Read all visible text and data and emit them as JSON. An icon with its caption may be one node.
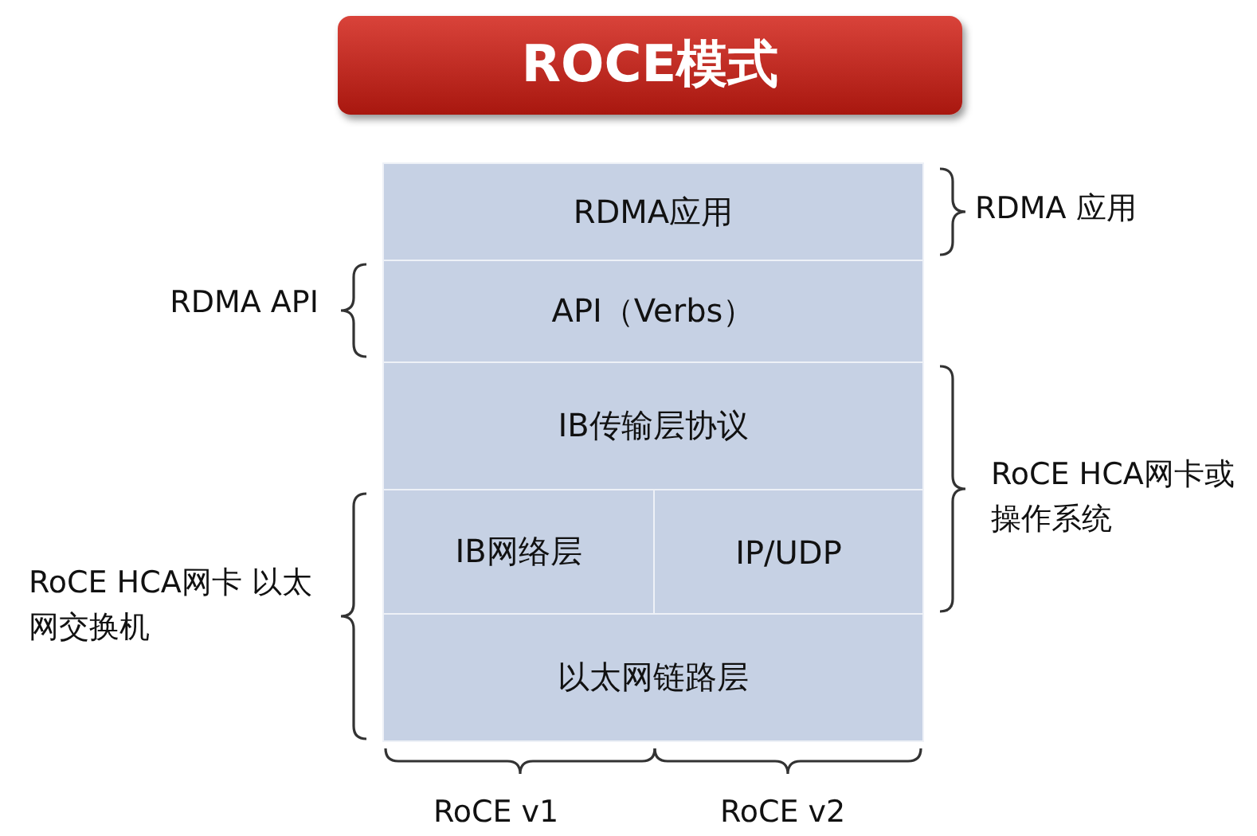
{
  "diagram": {
    "title": "ROCE模式",
    "nodes": [
      {
        "text": [
          "RDMA应用"
        ]
      },
      {
        "text": [
          "API（Verbs）"
        ]
      },
      {
        "text": [
          "IB传输层协议"
        ]
      },
      {
        "text": [
          "IB网络层"
        ]
      },
      {
        "text": [
          "IP/UDP"
        ]
      },
      {
        "text": [
          "以太网链路层"
        ]
      }
    ],
    "labels": [
      "RDMA 应用",
      "RDMA API",
      "RoCE HCA网卡或操作系统",
      "RoCE HCA网卡 以太网交换机",
      "RoCE v1",
      "RoCE v2"
    ]
  }
}
